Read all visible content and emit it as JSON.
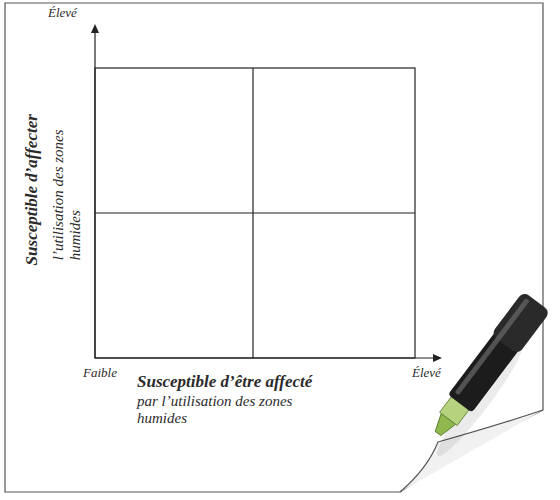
{
  "diagram": {
    "labels": [
      "Élevé",
      "Susceptible d’affecter",
      "l’utilisation des zones humides",
      "Faible",
      "Élevé",
      "Susceptible d’être affecté",
      "par l’utilisation des zones humides"
    ]
  }
}
